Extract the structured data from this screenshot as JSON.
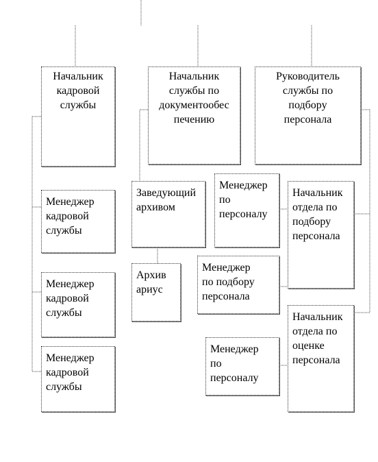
{
  "boxes": {
    "head_hr": "Начальник\nкадровой\nслужбы",
    "head_docs": "Начальник\nслужбы по\nдокументообес\nпечению",
    "head_recruit": "Руководитель\nслужбы по\nподбору\nперсонала",
    "hr_manager_1": "Менеджер\nкадровой\nслужбы",
    "hr_manager_2": "Менеджер\nкадровой\nслужбы",
    "hr_manager_3": "Менеджер\nкадровой\nслужбы",
    "archive_head": "Заведующий\nархивом",
    "archivist": "Архив\nариус",
    "personnel_manager_1": "Менеджер\nпо\nперсоналу",
    "recruit_manager": "Менеджер\nпо подбору\nперсонала",
    "personnel_manager_2": "Менеджер\nпо\nперсоналу",
    "recruit_dept_head": "Начальник\nотдела по\nподбору\nперсонала",
    "assessment_dept_head": "Начальник\nотдела по\nоценке\nперсонала"
  }
}
